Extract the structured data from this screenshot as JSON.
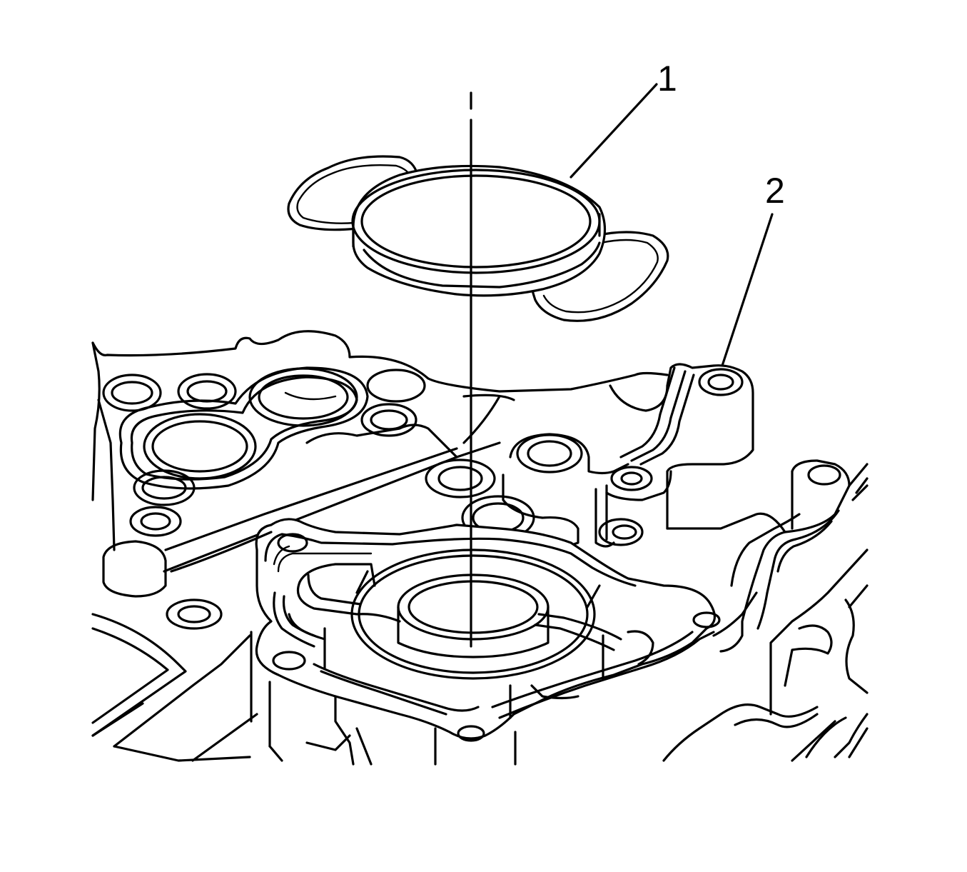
{
  "illustration": {
    "callouts": [
      {
        "id": "1",
        "label": "1"
      },
      {
        "id": "2",
        "label": "2"
      }
    ]
  }
}
